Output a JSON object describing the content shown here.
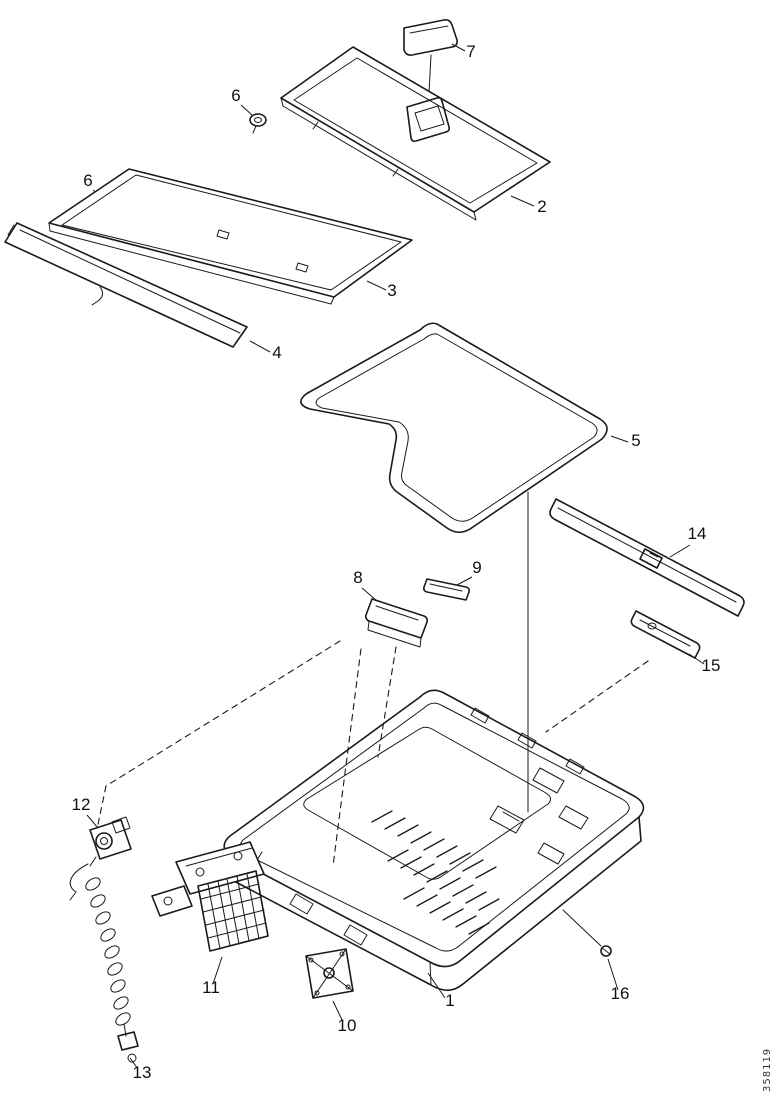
{
  "figure": {
    "doc_number": "358119",
    "background_color": "#ffffff",
    "line_color": "#1a1a1a",
    "type": "exploded-parts-diagram"
  },
  "callouts": {
    "n1": "1",
    "n2": "2",
    "n3": "3",
    "n4": "4",
    "n5": "5",
    "n6": "6",
    "n7": "7",
    "n8": "8",
    "n9": "9",
    "n10": "10",
    "n11": "11",
    "n12": "12",
    "n13": "13",
    "n14": "14",
    "n15": "15",
    "n16": "16"
  }
}
